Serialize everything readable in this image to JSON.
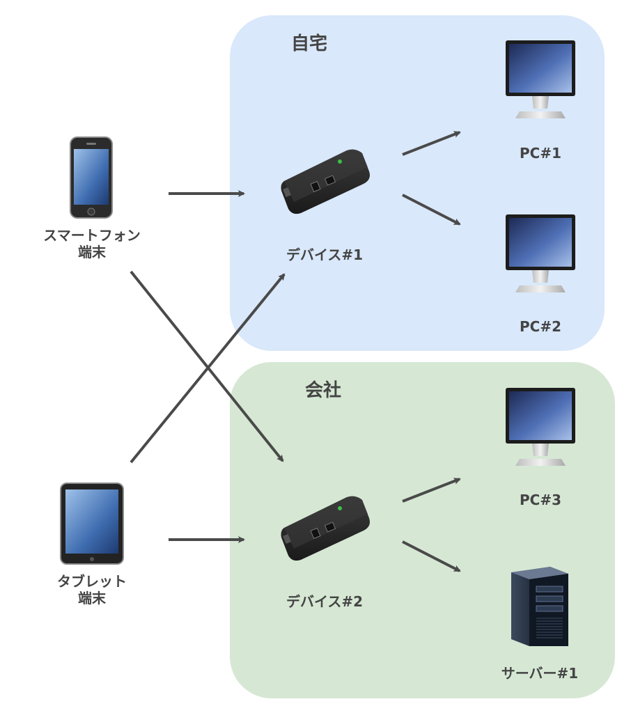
{
  "zones": {
    "home": {
      "title": "自宅",
      "fill": "#d9e8fa"
    },
    "office": {
      "title": "会社",
      "fill": "#d6e8d4"
    }
  },
  "clients": {
    "smartphone": {
      "line1": "スマートフォン",
      "line2": "端末",
      "icon": "smartphone-icon"
    },
    "tablet": {
      "line1": "タブレット",
      "line2": "端末",
      "icon": "tablet-icon"
    }
  },
  "devices": {
    "device1": {
      "label": "デバイス#1",
      "icon": "usb-device-icon"
    },
    "device2": {
      "label": "デバイス#2",
      "icon": "usb-device-icon"
    }
  },
  "targets": {
    "pc1": {
      "label": "PC#1",
      "icon": "monitor-icon"
    },
    "pc2": {
      "label": "PC#2",
      "icon": "monitor-icon"
    },
    "pc3": {
      "label": "PC#3",
      "icon": "monitor-icon"
    },
    "server1": {
      "label": "サーバー#1",
      "icon": "server-tower-icon"
    }
  },
  "arrow_color": "#4a4a4a"
}
